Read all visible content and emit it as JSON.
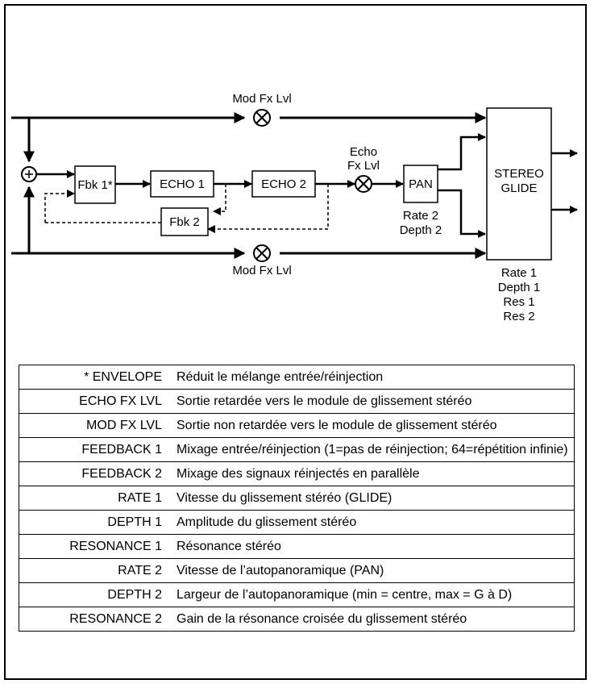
{
  "diagram": {
    "blocks": {
      "fbk1": "Fbk 1*",
      "echo1": "ECHO 1",
      "echo2": "ECHO 2",
      "fbk2": "Fbk 2",
      "pan": "PAN",
      "stereo_glide_line1": "STEREO",
      "stereo_glide_line2": "GLIDE"
    },
    "labels": {
      "mod_fx_lvl_top": "Mod Fx Lvl",
      "mod_fx_lvl_bottom": "Mod Fx Lvl",
      "echo_fx_lvl_line1": "Echo",
      "echo_fx_lvl_line2": "Fx Lvl",
      "pan_params_line1": "Rate 2",
      "pan_params_line2": "Depth 2",
      "glide_params": [
        "Rate 1",
        "Depth 1",
        "Res 1",
        "Res 2"
      ]
    }
  },
  "table": {
    "rows": [
      {
        "param": "* ENVELOPE",
        "desc": "Réduit le mélange entrée/réinjection"
      },
      {
        "param": "ECHO FX LVL",
        "desc": "Sortie retardée vers le module de glissement stéréo"
      },
      {
        "param": "MOD FX LVL",
        "desc": "Sortie non retardée vers le module de glissement stéréo"
      },
      {
        "param": "FEEDBACK 1",
        "desc": "Mixage entrée/réinjection (1=pas de réinjection; 64=répétition infinie)"
      },
      {
        "param": "FEEDBACK 2",
        "desc": "Mixage des signaux réinjectés en parallèle"
      },
      {
        "param": "RATE 1",
        "desc": "Vitesse du glissement stéréo (GLIDE)"
      },
      {
        "param": "DEPTH 1",
        "desc": "Amplitude du glissement stéréo"
      },
      {
        "param": "RESONANCE 1",
        "desc": "Résonance stéréo"
      },
      {
        "param": "RATE 2",
        "desc": "Vitesse de l’autopanoramique (PAN)"
      },
      {
        "param": "DEPTH 2",
        "desc": "Largeur de l’autopanoramique (min = centre, max = G à D)"
      },
      {
        "param": "RESONANCE 2",
        "desc": "Gain de la résonance croisée du glissement stéréo"
      }
    ]
  }
}
